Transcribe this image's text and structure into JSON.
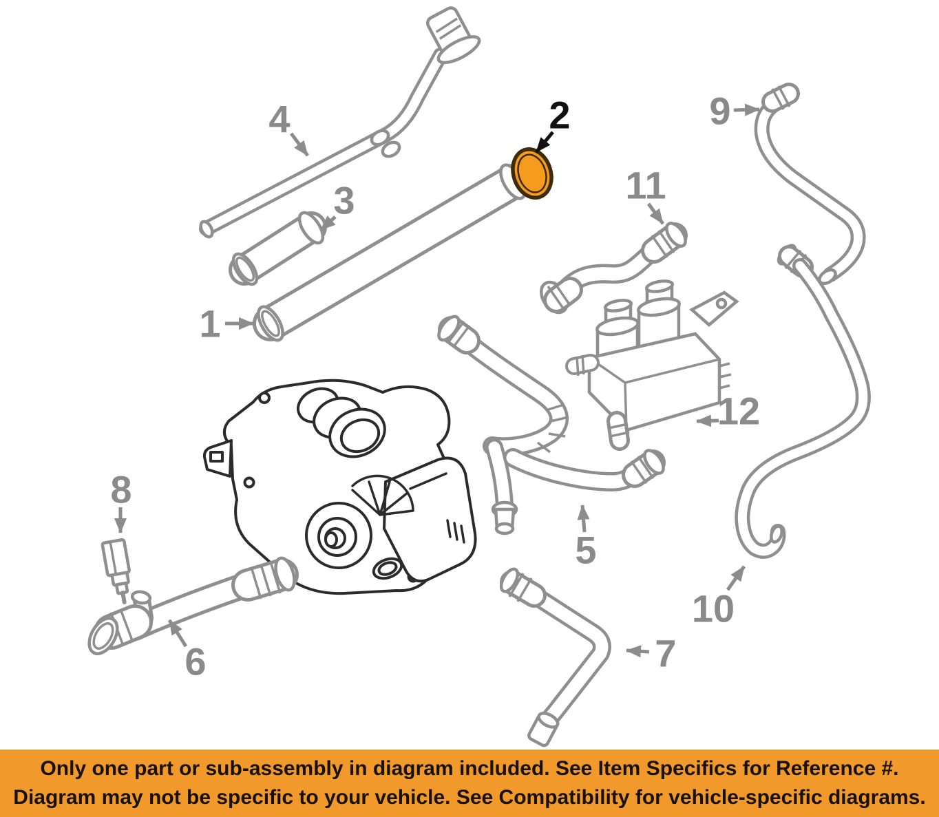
{
  "diagram": {
    "line_color": "#8f8f8f",
    "label_color": "#8a8a8a",
    "dark_line_color": "#2b2b2b",
    "highlight_fill": "#f59b1e",
    "highlight_outline": "#3e2b09",
    "parts": [
      {
        "label": "1"
      },
      {
        "label": "2",
        "highlighted": true
      },
      {
        "label": "3"
      },
      {
        "label": "4"
      },
      {
        "label": "5"
      },
      {
        "label": "6"
      },
      {
        "label": "7"
      },
      {
        "label": "8"
      },
      {
        "label": "9"
      },
      {
        "label": "10"
      },
      {
        "label": "11"
      },
      {
        "label": "12"
      }
    ]
  },
  "banner": {
    "background": "#f19a2b",
    "text_color": "#181105",
    "line1": "Only one part or sub-assembly in diagram included. See Item Specifics for Reference #.",
    "line2": "Diagram may not be specific to your vehicle. See Compatibility for vehicle-specific diagrams."
  }
}
